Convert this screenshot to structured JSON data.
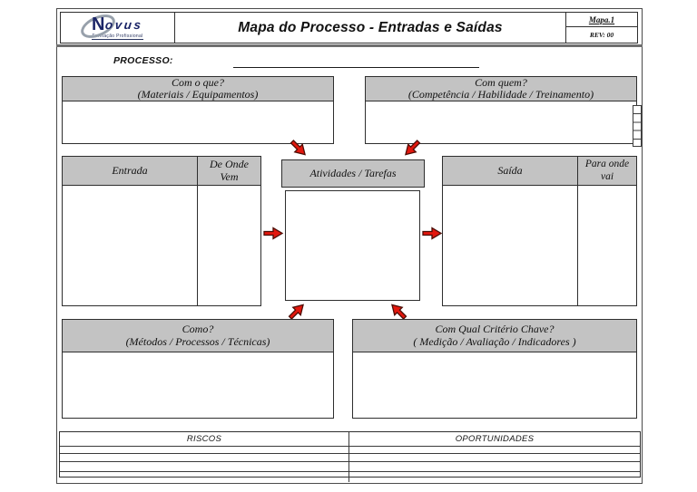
{
  "header": {
    "logo_n": "N",
    "logo_rest": "ovus",
    "logo_tagline": "Formação Profissional",
    "title": "Mapa do Processo - Entradas e Saídas",
    "doc_code": "Mapa.1",
    "rev": "REV: 00"
  },
  "process": {
    "label": "PROCESSO:",
    "value": ""
  },
  "map": {
    "com_o_que_title": "Com o que?",
    "com_o_que_sub": "(Materiais / Equipamentos)",
    "com_quem_title": "Com quem?",
    "com_quem_sub": "(Competência / Habilidade / Treinamento)",
    "entrada": "Entrada",
    "de_onde_vem_1": "De Onde",
    "de_onde_vem_2": "Vem",
    "atividades": "Atividades / Tarefas",
    "saida": "Saída",
    "para_onde_vai_1": "Para onde",
    "para_onde_vai_2": "vai",
    "como_title": "Como?",
    "como_sub": "(Métodos / Processos / Técnicas)",
    "criterio_title": "Com Qual Critério Chave?",
    "criterio_sub": "( Medição / Avaliação / Indicadores )"
  },
  "risks_table": {
    "col1": "RISCOS",
    "col2": "OPORTUNIDADES",
    "empty_rows": 4
  },
  "icons": {
    "flow_arrows": [
      "arrow-down-right",
      "arrow-down-left",
      "arrow-right",
      "arrow-right",
      "arrow-up-right",
      "arrow-up-left"
    ]
  },
  "colors": {
    "header_gray": "#c3c3c3",
    "border_dark": "#2e2e2e",
    "arrow_red": "#e3170d",
    "arrow_outline": "#4d0d06",
    "logo_navy": "#1b2567",
    "logo_swoosh_gray": "#97a0ab"
  }
}
